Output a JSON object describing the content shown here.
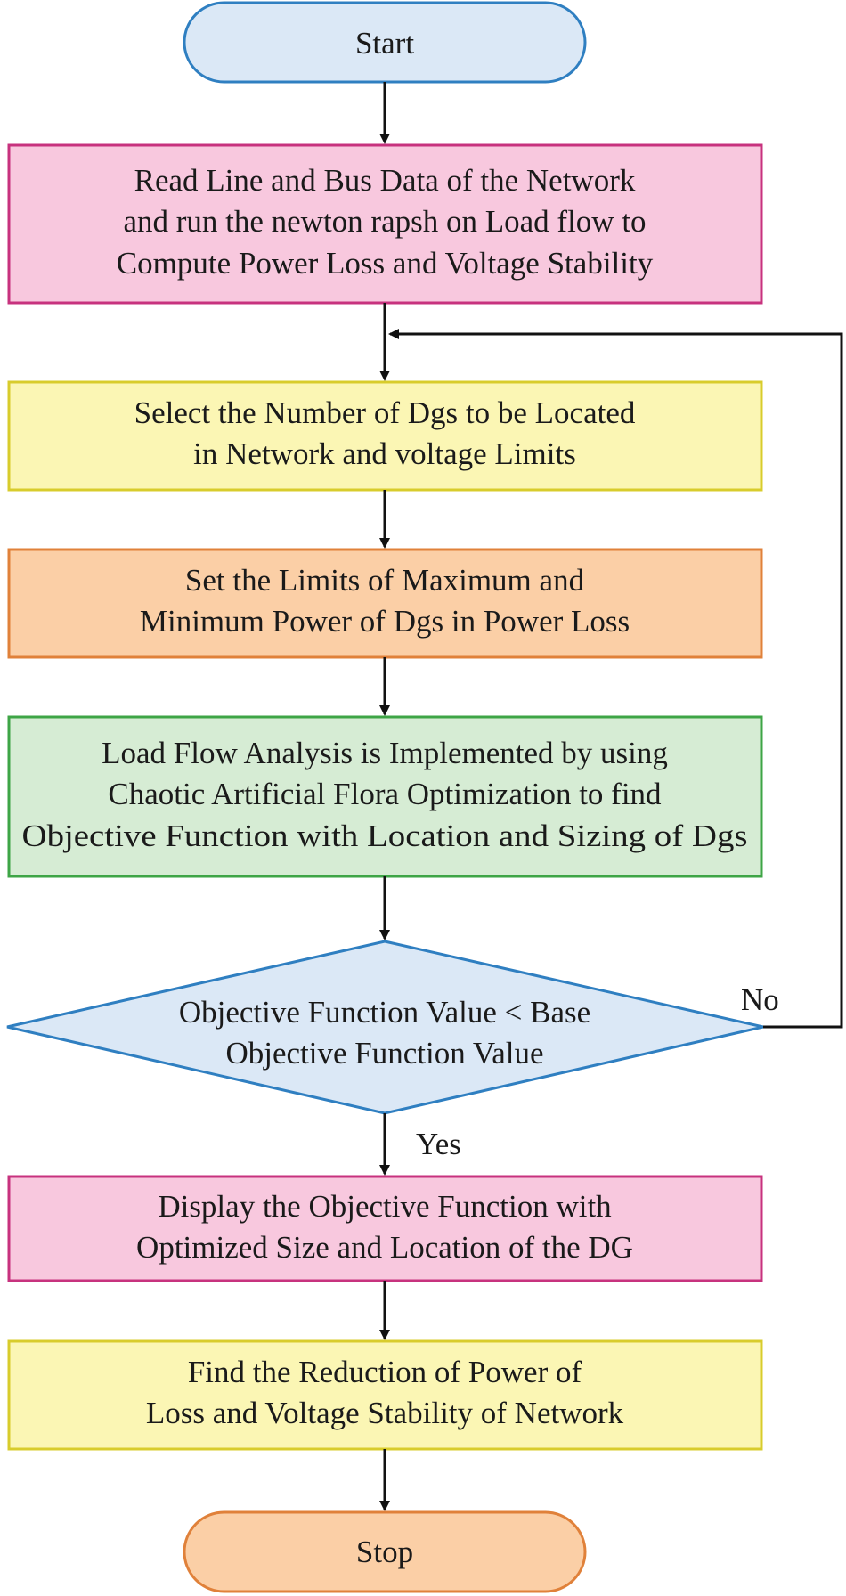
{
  "flowchart": {
    "colors": {
      "start_fill": "#dbe8f6",
      "start_stroke": "#2f7fc1",
      "read_fill": "#f8c8de",
      "read_stroke": "#c7327e",
      "select_fill": "#fbf6b4",
      "select_stroke": "#d8cc2c",
      "set_fill": "#fbcfa6",
      "set_stroke": "#e0813a",
      "analysis_fill": "#d6ecd4",
      "analysis_stroke": "#3ea546",
      "decision_fill": "#dbe8f6",
      "decision_stroke": "#2f7fc1",
      "stop_fill": "#fbcfa6",
      "stop_stroke": "#e0813a",
      "arrow": "#111111"
    },
    "nodes": {
      "start": {
        "label": "Start"
      },
      "read_data": {
        "line1": "Read Line and Bus Data of the Network",
        "line2": "and run the newton rapsh on Load flow to",
        "line3": "Compute Power Loss and Voltage Stability"
      },
      "select_dgs": {
        "line1": "Select the Number of Dgs to be Located",
        "line2": "in Network and voltage Limits"
      },
      "set_limits": {
        "line1": "Set the Limits of Maximum and",
        "line2": "Minimum Power of Dgs in Power Loss"
      },
      "load_flow": {
        "line1": "Load Flow Analysis is Implemented by using",
        "line2": "Chaotic Artificial Flora Optimization to find",
        "line3": "Objective Function with Location and Sizing of Dgs"
      },
      "decision": {
        "line1": "Objective Function Value < Base",
        "line2": "Objective Function Value"
      },
      "display": {
        "line1": "Display the Objective Function with",
        "line2": "Optimized Size and Location of the DG"
      },
      "find_reduction": {
        "line1": "Find the Reduction of Power of",
        "line2": "Loss and Voltage Stability of Network"
      },
      "stop": {
        "label": "Stop"
      }
    },
    "edges": {
      "no_label": "No",
      "yes_label": "Yes"
    }
  }
}
